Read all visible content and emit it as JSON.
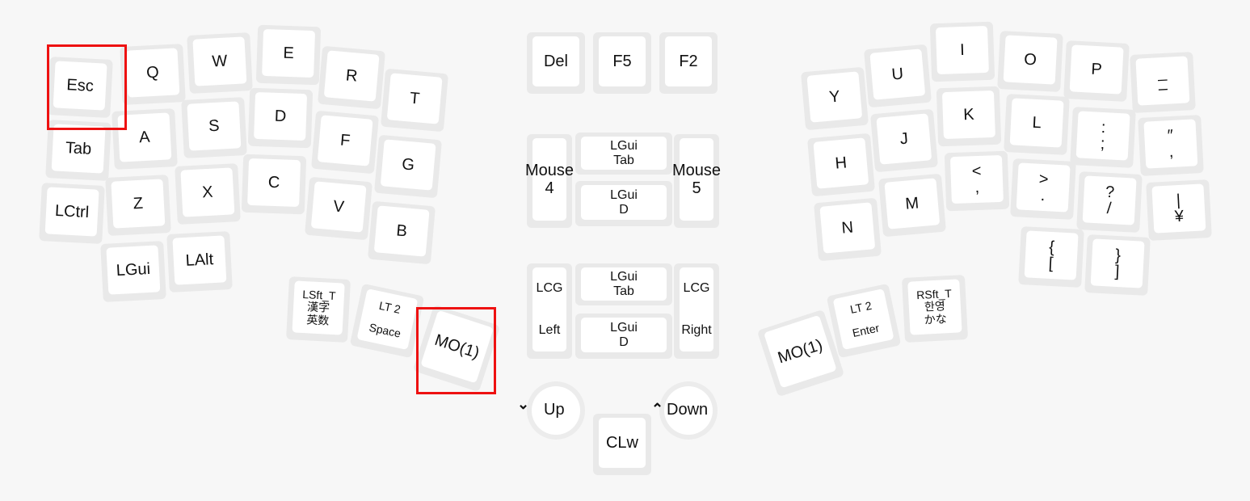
{
  "left_half": {
    "esc": "Esc",
    "q": "Q",
    "w": "W",
    "e": "E",
    "r": "R",
    "t": "T",
    "tab": "Tab",
    "a": "A",
    "s": "S",
    "d": "D",
    "f": "F",
    "g": "G",
    "lctrl": "LCtrl",
    "z": "Z",
    "x": "X",
    "c": "C",
    "v": "V",
    "b": "B",
    "lgui": "LGui",
    "lalt": "LAlt",
    "thumb_lsft": [
      "LSft_T",
      "漢字",
      "英数"
    ],
    "thumb_lt2": [
      "LT 2",
      "Space"
    ],
    "thumb_mo1": "MO(1)"
  },
  "center": {
    "del": "Del",
    "f5": "F5",
    "f2": "F2",
    "mouse4": [
      "Mouse",
      "4"
    ],
    "mouse5": [
      "Mouse",
      "5"
    ],
    "lgui_tab_1": [
      "LGui",
      "Tab"
    ],
    "lgui_d_1": [
      "LGui",
      "D"
    ],
    "lcg_left": [
      "LCG",
      "Left"
    ],
    "lcg_right": [
      "LCG",
      "Right"
    ],
    "lgui_tab_2": [
      "LGui",
      "Tab"
    ],
    "lgui_d_2": [
      "LGui",
      "D"
    ],
    "knob_left": "Up",
    "knob_right": "Down",
    "clw": "CLw",
    "arrow_down": "⌄",
    "arrow_up": "⌃"
  },
  "right_half": {
    "y": "Y",
    "u": "U",
    "i": "I",
    "o": "O",
    "p": "P",
    "underscore": [
      "_",
      "–"
    ],
    "h": "H",
    "j": "J",
    "k": "K",
    "l": "L",
    "colon": [
      ":",
      ";"
    ],
    "quote": [
      "″",
      ","
    ],
    "n": "N",
    "m": "M",
    "lt": [
      "<",
      ","
    ],
    "gt": [
      ">",
      "."
    ],
    "question": [
      "?",
      "/"
    ],
    "pipe": [
      "|",
      "¥"
    ],
    "lbrace": [
      "{",
      "["
    ],
    "rbrace": [
      "}",
      "]"
    ],
    "thumb_mo1": "MO(1)",
    "thumb_lt2": [
      "LT 2",
      "Enter"
    ],
    "thumb_rsft": [
      "RSft_T",
      "한영",
      "かな"
    ]
  }
}
